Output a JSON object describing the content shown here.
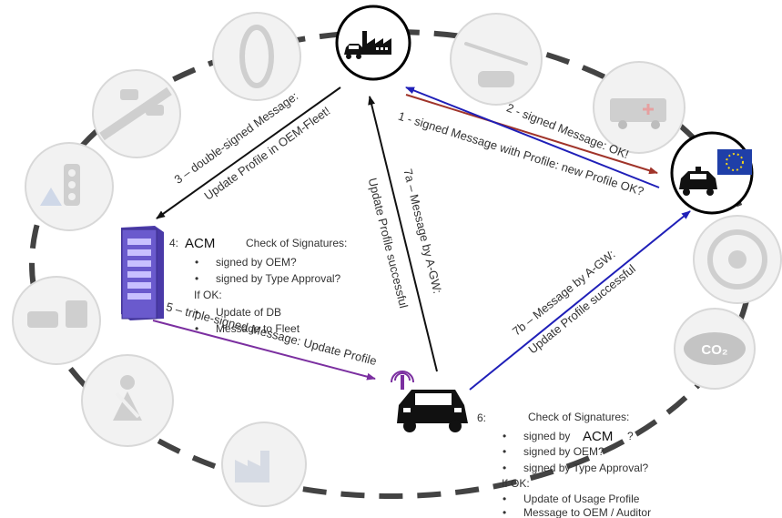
{
  "colors": {
    "blue_arrow": "#1f1fb8",
    "red_arrow": "#a0342a",
    "purple_arrow": "#7b2fa0",
    "black_arrow": "#111111",
    "ring": "#222222",
    "eu_flag": "#1f3fa8",
    "server": "#6a5acd"
  },
  "icons": [
    "factory-icon",
    "police-car-icon",
    "server-icon",
    "connected-car-icon",
    "eu-flag-icon",
    "tire-icon",
    "wrench-icon",
    "ambulance-icon",
    "highway-icon",
    "traffic-light-icon",
    "car-wash-icon",
    "seatbelt-icon",
    "factory-ghost-icon",
    "wheel-icon",
    "co2-cloud-icon"
  ],
  "edges": {
    "e1": "1 - signed Message with Profile: new Profile OK?",
    "e2": "2 - signed Message: OK!",
    "e3a": "3 – double-signed Message:",
    "e3b": "Update Profile in OEM-Fleet!",
    "e5": "5 – triple-signed Message: Update Profile",
    "e7a_1": "7a – Message by A-GW:",
    "e7a_2": "Update Profile successful",
    "e7b_1": "7b – Message by A-GW:",
    "e7b_2": "Update Profile successful"
  },
  "acm_box": {
    "num": "4:",
    "name": "ACM",
    "heading": "Check of Signatures:",
    "items": [
      "signed by OEM?",
      "signed by Type Approval?"
    ],
    "ifok": "If OK:",
    "actions": [
      "Update of DB",
      "Message to Fleet"
    ]
  },
  "car_box": {
    "num": "6:",
    "heading": "Check of Signatures:",
    "item1_pre": "signed by",
    "item1_acm": "ACM",
    "item1_post": "?",
    "items": [
      "signed by OEM?",
      "signed by Type Approval?"
    ],
    "ifok": "If OK:",
    "actions": [
      "Update of Usage Profile",
      "Message to OEM / Auditor"
    ]
  },
  "ghost_labels": {
    "co2": "CO₂"
  }
}
